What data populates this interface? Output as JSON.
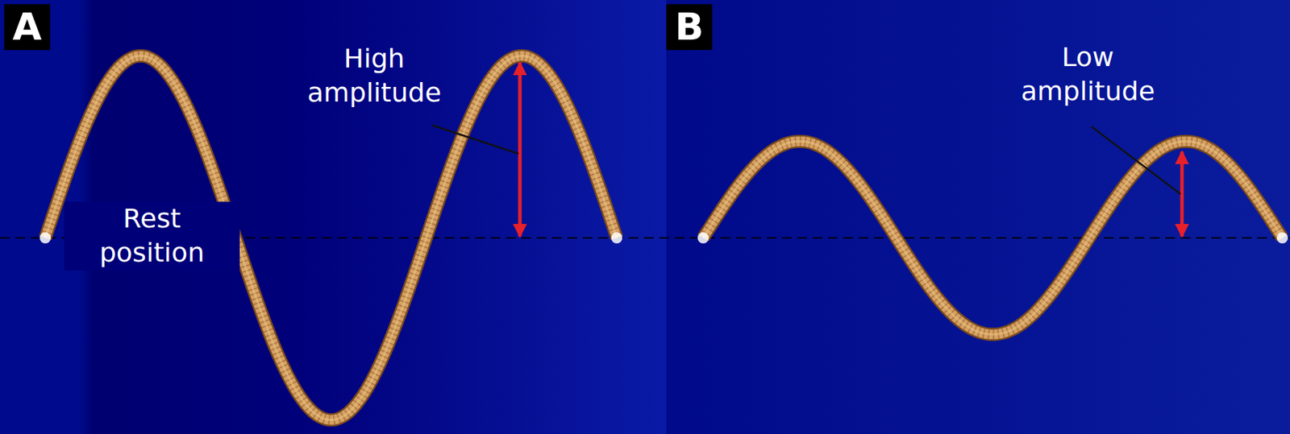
{
  "diagram": {
    "nodes": [
      {
        "text": [
          "A"
        ]
      },
      {
        "text": [
          "B"
        ]
      }
    ],
    "labels": [
      "High amplitude",
      "Rest position",
      "Low amplitude"
    ]
  }
}
